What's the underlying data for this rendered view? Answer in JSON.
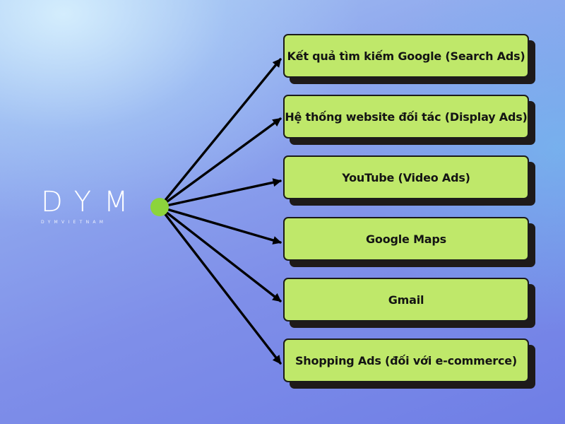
{
  "logo": {
    "title": "DYM",
    "subtitle": "DYMVIETNAM"
  },
  "colors": {
    "hub": "#8cd43c",
    "box_fill": "#bfe86a",
    "box_border": "#1b1b1b",
    "arrow": "#000000"
  },
  "targets": [
    {
      "label": "Kết quả tìm kiếm Google (Search Ads)"
    },
    {
      "label": "Hệ thống website đối tác (Display Ads)"
    },
    {
      "label": "YouTube (Video Ads)"
    },
    {
      "label": "Google Maps"
    },
    {
      "label": "Gmail"
    },
    {
      "label": "Shopping Ads (đối với e-commerce)"
    }
  ]
}
